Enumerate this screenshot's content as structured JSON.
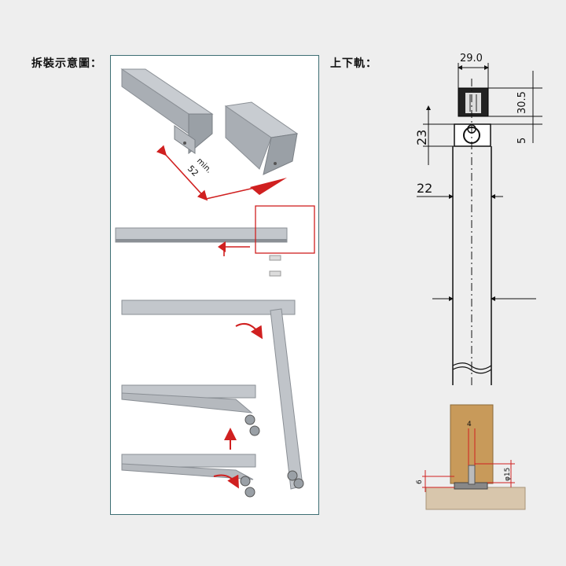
{
  "labels": {
    "disassembly": "拆裝示意圖：",
    "rails": "上下軌："
  },
  "left_diagram": {
    "min_label": "min.",
    "min_value": "52"
  },
  "right_diagram": {
    "width_top": "29.0",
    "height_top": "30.5",
    "height_small": "5",
    "height_23": "23",
    "width_22": "22"
  },
  "bottom_detail": {
    "dim_4": "4",
    "dim_6": "6",
    "dim_15": "φ15"
  },
  "colors": {
    "rail": "#b9bdc2",
    "rail_dark": "#8a8f95",
    "arrow_red": "#d02020",
    "panel_border": "#3d6e73",
    "wood": "#c89a5a",
    "floor": "#d8c6ac"
  }
}
